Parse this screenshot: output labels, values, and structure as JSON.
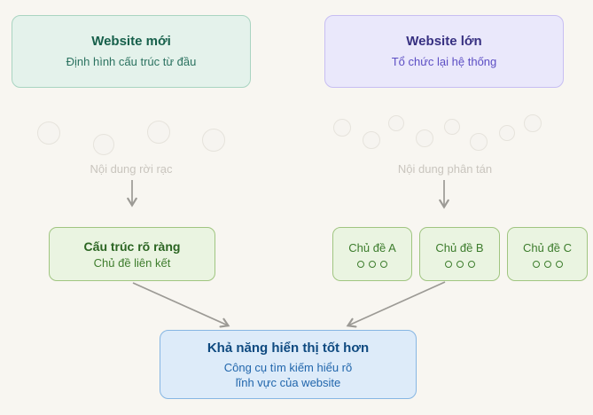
{
  "diagram": {
    "left_flow": {
      "source_card": {
        "title": "Website mới",
        "subtitle": "Định hình cấu trúc từ đầu"
      },
      "scatter_label": "Nội dung rời rạc",
      "result_card": {
        "title": "Cấu trúc rõ ràng",
        "subtitle": "Chủ đề liên kết"
      }
    },
    "right_flow": {
      "source_card": {
        "title": "Website lớn",
        "subtitle": "Tổ chức lại hệ thống"
      },
      "scatter_label": "Nội dung phân tán",
      "topic_cards": [
        {
          "label": "Chủ đề A"
        },
        {
          "label": "Chủ đề B"
        },
        {
          "label": "Chủ đề C"
        }
      ]
    },
    "outcome_card": {
      "title": "Khả năng hiển thị tốt hơn",
      "subtitle_line1": "Công cụ tìm kiếm hiểu rõ",
      "subtitle_line2": "lĩnh vực của website"
    },
    "colors": {
      "page_background": "#f8f6f1",
      "mint_card_bg": "#e4f2eb",
      "mint_card_border": "#a9d4c1",
      "mint_title": "#17604b",
      "mint_subtitle": "#2b7260",
      "lavender_card_bg": "#eae8fb",
      "lavender_card_border": "#c7bef2",
      "lavender_title": "#373081",
      "lavender_subtitle": "#5c4ec4",
      "green_card_bg": "#eaf4e1",
      "green_card_border": "#a0c581",
      "green_title": "#2b6522",
      "green_subtitle": "#3e7d2d",
      "blue_card_bg": "#ddebf9",
      "blue_card_border": "#86b6e3",
      "blue_title": "#0f4a80",
      "blue_subtitle": "#2166ac",
      "muted_label": "#c9c5be",
      "arrow": "#9c9a95"
    }
  }
}
